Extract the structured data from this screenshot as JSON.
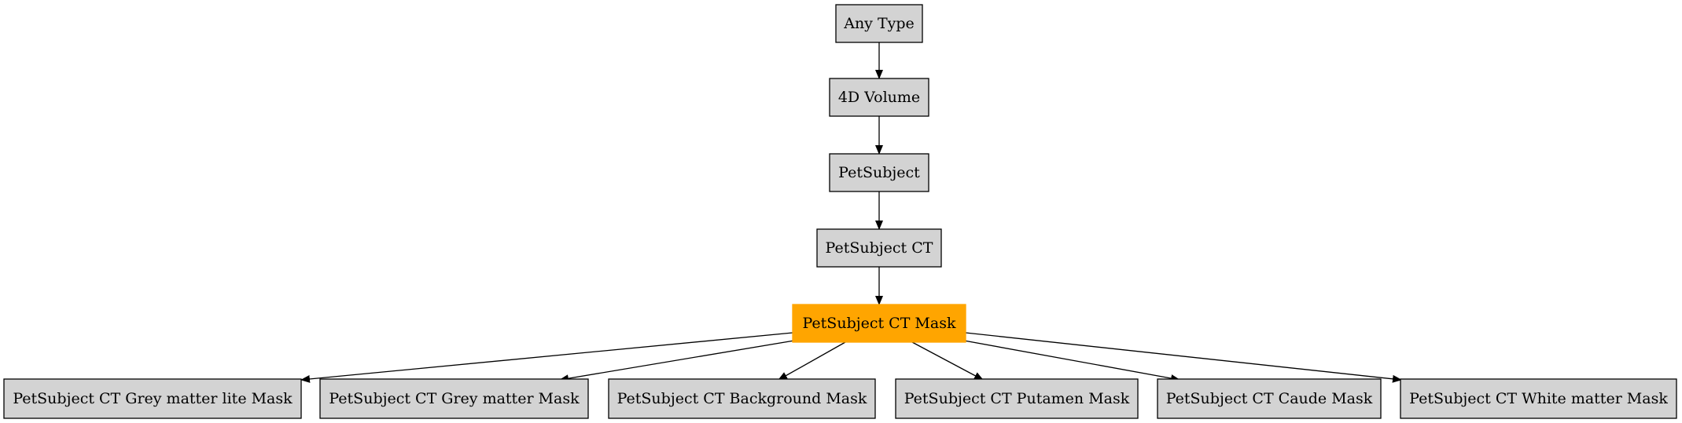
{
  "diagram": {
    "nodes": [
      {
        "id": "any-type",
        "label": "Any Type",
        "fill": "#d3d3d3",
        "highlighted": false
      },
      {
        "id": "4d-volume",
        "label": "4D Volume",
        "fill": "#d3d3d3",
        "highlighted": false
      },
      {
        "id": "petsubject",
        "label": "PetSubject",
        "fill": "#d3d3d3",
        "highlighted": false
      },
      {
        "id": "petsubject-ct",
        "label": "PetSubject CT",
        "fill": "#d3d3d3",
        "highlighted": false
      },
      {
        "id": "petsubject-ct-mask",
        "label": "PetSubject CT Mask",
        "fill": "#ffa500",
        "highlighted": true
      },
      {
        "id": "grey-matter-lite-mask",
        "label": "PetSubject CT Grey matter lite Mask",
        "fill": "#d3d3d3",
        "highlighted": false
      },
      {
        "id": "grey-matter-mask",
        "label": "PetSubject CT Grey matter Mask",
        "fill": "#d3d3d3",
        "highlighted": false
      },
      {
        "id": "background-mask",
        "label": "PetSubject CT Background Mask",
        "fill": "#d3d3d3",
        "highlighted": false
      },
      {
        "id": "putamen-mask",
        "label": "PetSubject CT Putamen Mask",
        "fill": "#d3d3d3",
        "highlighted": false
      },
      {
        "id": "caude-mask",
        "label": "PetSubject CT Caude Mask",
        "fill": "#d3d3d3",
        "highlighted": false
      },
      {
        "id": "white-matter-mask",
        "label": "PetSubject CT White matter Mask",
        "fill": "#d3d3d3",
        "highlighted": false
      }
    ],
    "edges": [
      {
        "from": "any-type",
        "to": "4d-volume"
      },
      {
        "from": "4d-volume",
        "to": "petsubject"
      },
      {
        "from": "petsubject",
        "to": "petsubject-ct"
      },
      {
        "from": "petsubject-ct",
        "to": "petsubject-ct-mask"
      },
      {
        "from": "petsubject-ct-mask",
        "to": "grey-matter-lite-mask"
      },
      {
        "from": "petsubject-ct-mask",
        "to": "grey-matter-mask"
      },
      {
        "from": "petsubject-ct-mask",
        "to": "background-mask"
      },
      {
        "from": "petsubject-ct-mask",
        "to": "putamen-mask"
      },
      {
        "from": "petsubject-ct-mask",
        "to": "caude-mask"
      },
      {
        "from": "petsubject-ct-mask",
        "to": "white-matter-mask"
      }
    ],
    "colors": {
      "default_fill": "#d3d3d3",
      "highlight_fill": "#ffa500",
      "stroke": "#000000",
      "background": "#ffffff"
    }
  }
}
